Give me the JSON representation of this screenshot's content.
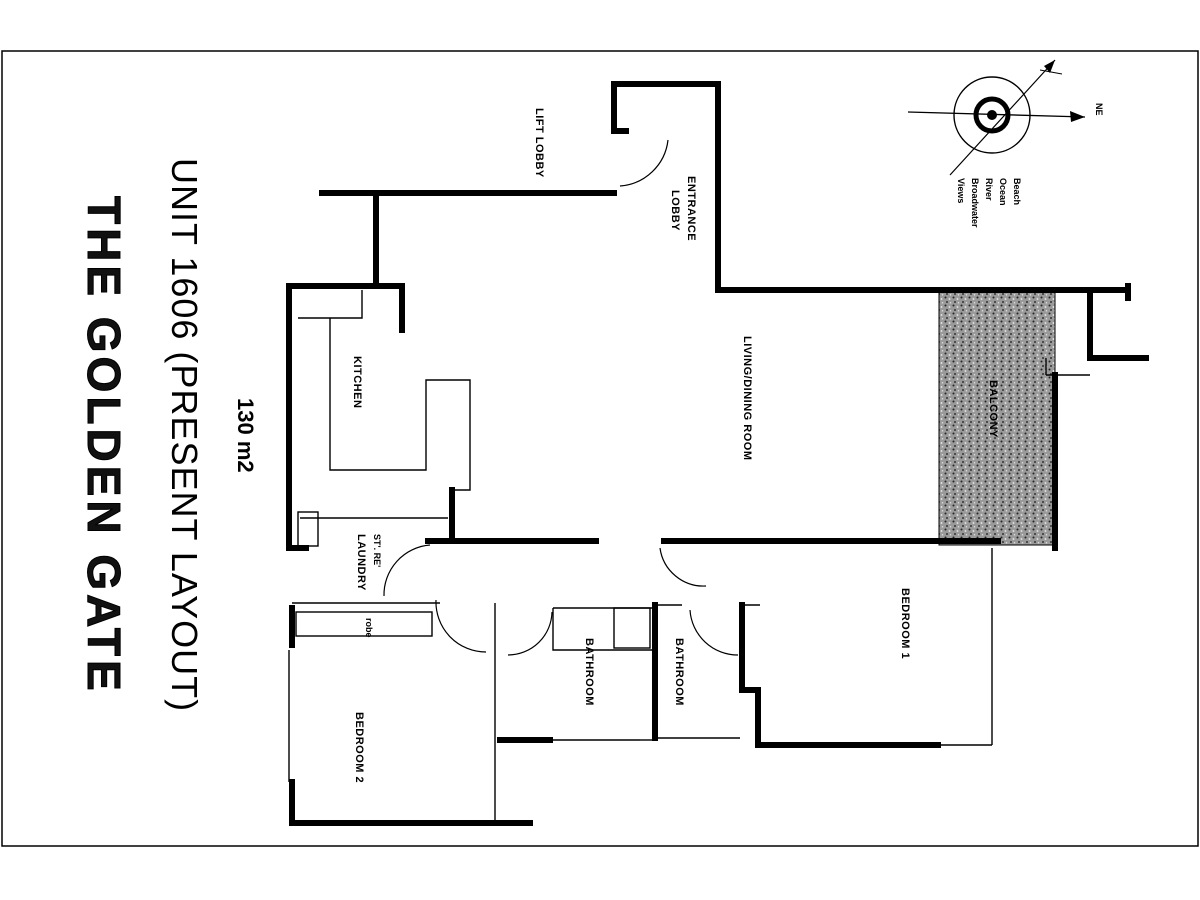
{
  "plan": {
    "brand": "THE GOLDEN GATE",
    "title": "UNIT 1606  (PRESENT LAYOUT)",
    "area": "130 m2",
    "rooms": {
      "lift_lobby": "LIFT LOBBY",
      "entrance_lobby_1": "ENTRANCE",
      "entrance_lobby_2": "LOBBY",
      "living_dining": "LIVING/DINING ROOM",
      "kitchen": "KITCHEN",
      "balcony": "BALCONY",
      "laundry_1": "ST'. RE'",
      "laundry_2": "LAUNDRY",
      "robe": "robe",
      "bedroom_1": "BEDROOM 1",
      "bedroom_2": "BEDROOM 2",
      "bathroom_a": "BATHROOM",
      "bathroom_b": "BATHROOM"
    },
    "compass": {
      "north_label": "NE",
      "views": [
        "Beach",
        "Ocean",
        "River",
        "Broadwater",
        "Views"
      ]
    }
  }
}
